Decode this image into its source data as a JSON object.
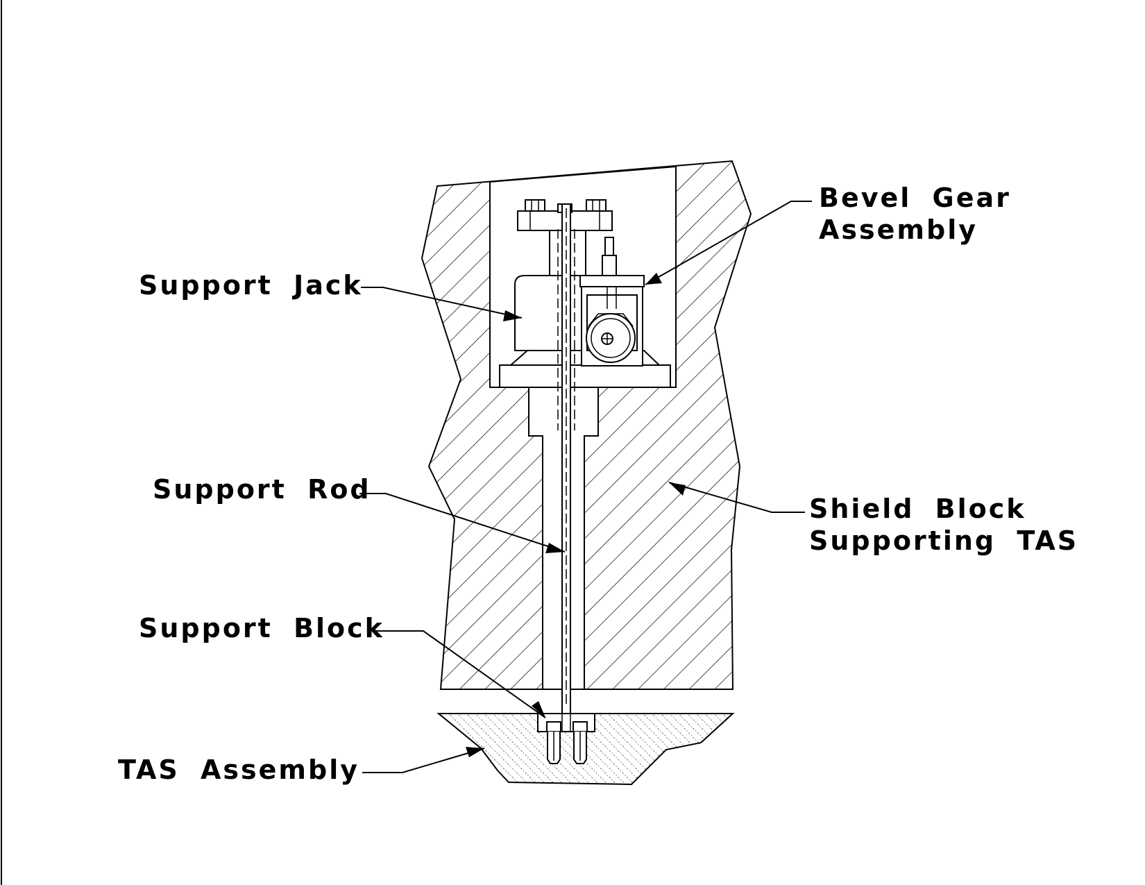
{
  "labels": {
    "bevel_gear_line1": "Bevel Gear",
    "bevel_gear_line2": "Assembly",
    "support_jack": "Support Jack",
    "support_rod": "Support Rod",
    "shield_block_line1": "Shield Block",
    "shield_block_line2": "Supporting TAS",
    "support_block": "Support Block",
    "tas_assembly": "TAS Assembly"
  },
  "colors": {
    "line": "#000000",
    "background": "#ffffff"
  }
}
